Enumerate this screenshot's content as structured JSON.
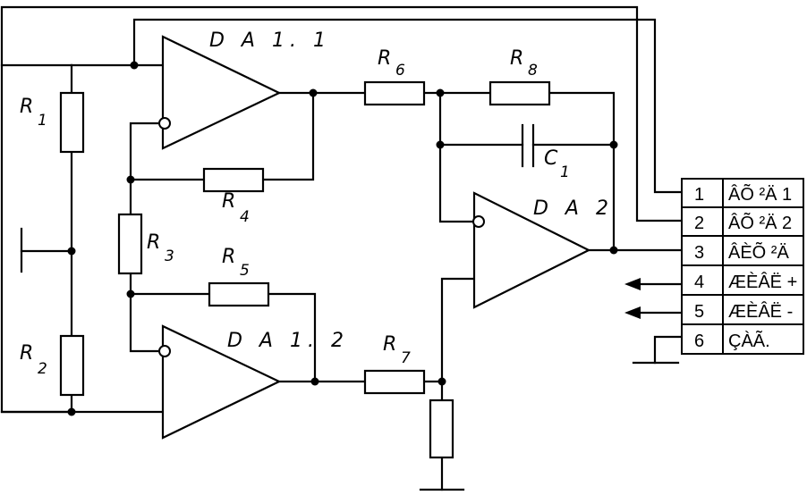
{
  "amplifiers": {
    "da1_1": "D A 1. 1",
    "da1_2": "D A 1. 2",
    "da2": "D A 2"
  },
  "resistors": {
    "r1": {
      "letter": "R",
      "index": "1"
    },
    "r2": {
      "letter": "R",
      "index": "2"
    },
    "r3": {
      "letter": "R",
      "index": "3"
    },
    "r4": {
      "letter": "R",
      "index": "4"
    },
    "r5": {
      "letter": "R",
      "index": "5"
    },
    "r6": {
      "letter": "R",
      "index": "6"
    },
    "r7": {
      "letter": "R",
      "index": "7"
    },
    "r8": {
      "letter": "R",
      "index": "8"
    }
  },
  "capacitors": {
    "c1": {
      "letter": "C",
      "index": "1"
    }
  },
  "connector": {
    "pins": [
      {
        "num": "1",
        "label": "ÂÕ ²Ä 1"
      },
      {
        "num": "2",
        "label": "ÂÕ ²Ä 2"
      },
      {
        "num": "3",
        "label": "ÂÈÕ ²Ä"
      },
      {
        "num": "4",
        "label": "ÆÈÂË +"
      },
      {
        "num": "5",
        "label": "ÆÈÂË -"
      },
      {
        "num": "6",
        "label": "ÇÀÃ."
      }
    ]
  }
}
